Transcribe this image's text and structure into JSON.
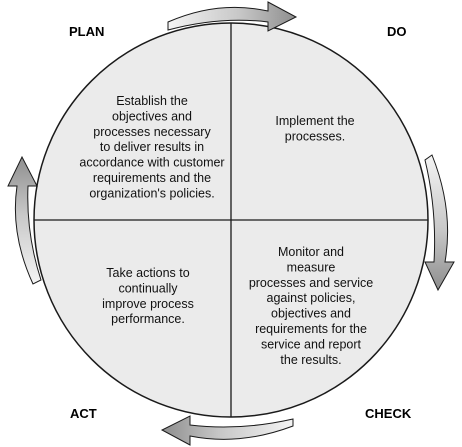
{
  "stages": {
    "plan": "PLAN",
    "do": "DO",
    "check": "CHECK",
    "act": "ACT"
  },
  "quadrants": {
    "plan": [
      "Establish the",
      "objectives and",
      "processes necessary",
      "to deliver results in",
      "accordance with customer",
      "requirements and the",
      "organization's policies."
    ],
    "do": [
      "Implement the",
      "processes."
    ],
    "check": [
      "Monitor and",
      "measure",
      "processes and service",
      "against policies,",
      "objectives and",
      "requirements for the",
      "service and report",
      "the results."
    ],
    "act": [
      "Take actions to",
      "continually",
      "improve process",
      "performance."
    ]
  },
  "colors": {
    "circle_fill": "#ebebeb",
    "outline": "#1a1a1a",
    "arrow_fill_light": "#f2f2f2",
    "arrow_fill_dark": "#9a9a9a"
  }
}
